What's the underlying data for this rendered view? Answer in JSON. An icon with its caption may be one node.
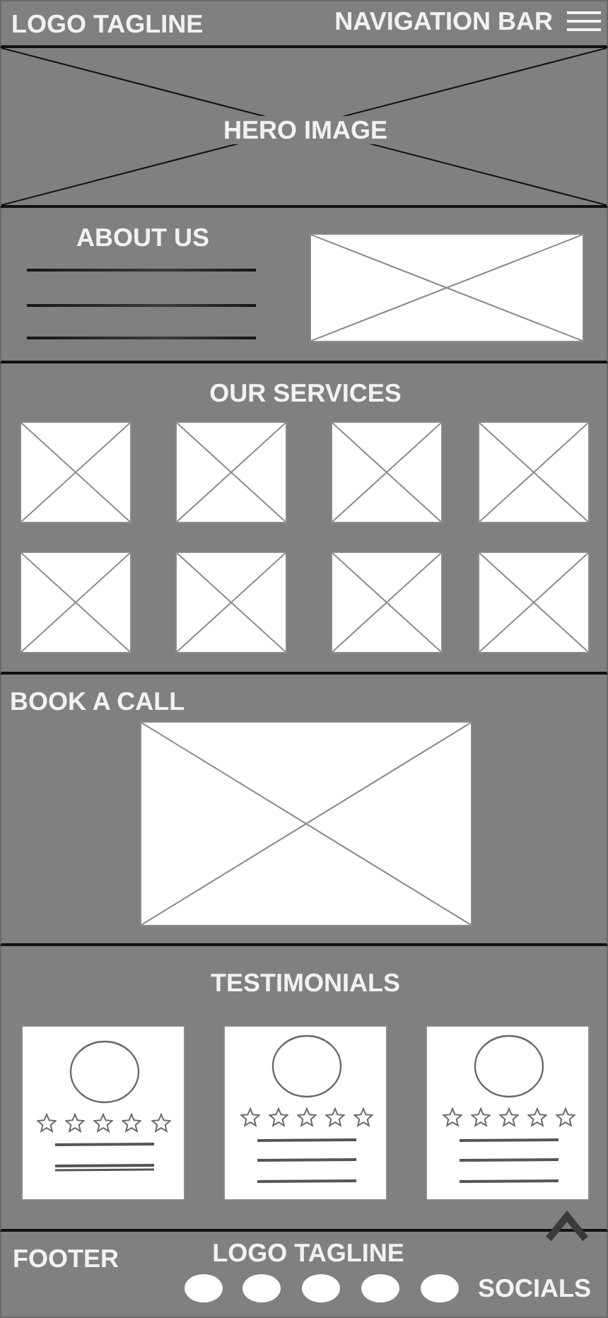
{
  "diagram": {
    "nodes": [
      {
        "text": [
          "LOGO TAGLINE",
          "NAVIGATION BAR"
        ]
      },
      {
        "text": [
          "HERO IMAGE"
        ]
      },
      {
        "text": [
          "ABOUT US"
        ]
      },
      {
        "text": [],
        "shape": "box",
        "in": 2
      },
      {
        "text": [
          "OUR SERVICES"
        ]
      },
      {
        "text": [],
        "shape": "box",
        "in": 4
      },
      {
        "text": [],
        "shape": "box",
        "in": 4
      },
      {
        "text": [],
        "shape": "box",
        "in": 4
      },
      {
        "text": [],
        "shape": "box",
        "in": 4
      },
      {
        "text": [],
        "shape": "box",
        "in": 4
      },
      {
        "text": [],
        "shape": "box",
        "in": 4
      },
      {
        "text": [],
        "shape": "box",
        "in": 4
      },
      {
        "text": [],
        "shape": "box",
        "in": 4
      },
      {
        "text": [
          "BOOK A CALL"
        ]
      },
      {
        "text": [],
        "shape": "box",
        "in": 13
      },
      {
        "text": [
          "TESTIMONIALS"
        ]
      },
      {
        "text": [],
        "shape": "box",
        "in": 15
      },
      {
        "text": [],
        "shape": "box",
        "in": 15
      },
      {
        "text": [],
        "shape": "box",
        "in": 15
      },
      {
        "text": [
          "FOOTER",
          "LOGO TAGLINE",
          "SOCIALS"
        ]
      }
    ]
  }
}
